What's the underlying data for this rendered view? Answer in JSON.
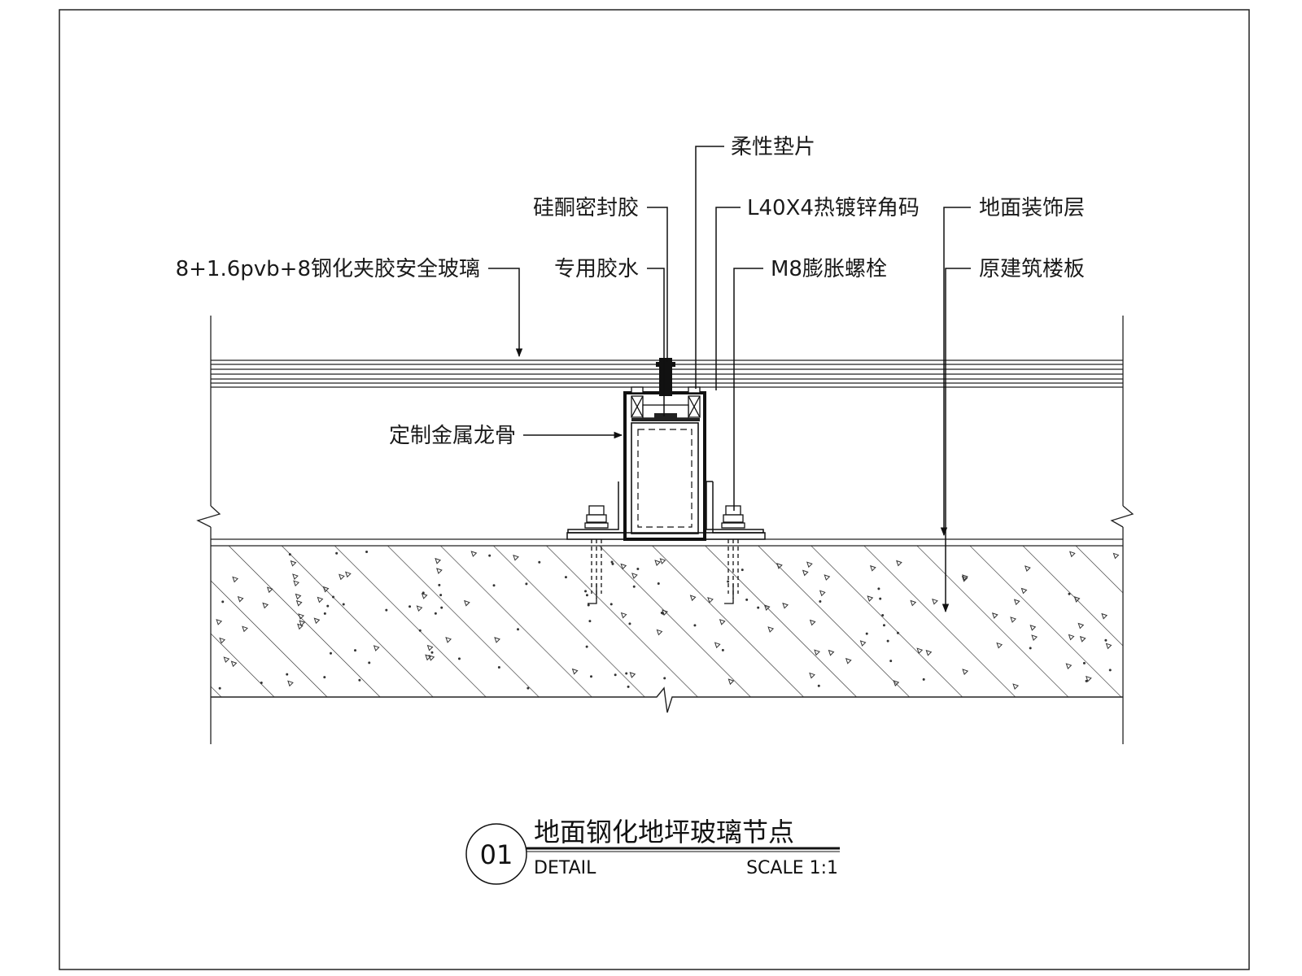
{
  "labels": {
    "flexible_pad": "柔性垫片",
    "silicone_sealant": "硅酮密封胶",
    "angle_bracket": "L40X4热镀锌角码",
    "floor_finish": "地面装饰层",
    "laminated_glass": "8+1.6pvb+8钢化夹胶安全玻璃",
    "special_glue": "专用胶水",
    "expansion_bolt": "M8膨胀螺栓",
    "original_slab": "原建筑楼板",
    "custom_keel": "定制金属龙骨"
  },
  "title_block": {
    "number": "01",
    "title": "地面钢化地坪玻璃节点",
    "detail": "DETAIL",
    "scale": "SCALE 1:1"
  }
}
